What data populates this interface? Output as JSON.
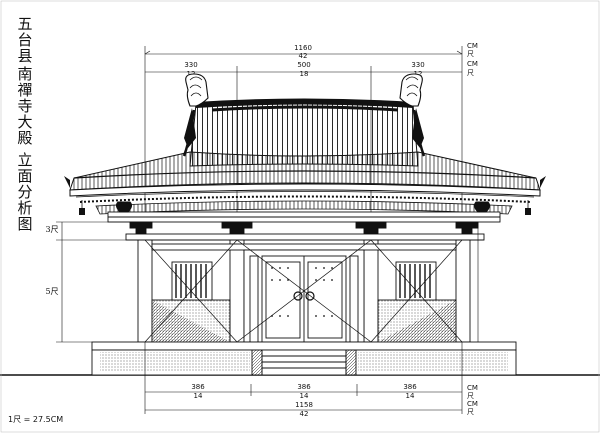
{
  "title_lines": [
    "五台县",
    "南禪寺大殿",
    "立面分析图"
  ],
  "scale_label": "1尺 = 27.5CM",
  "top_dims": {
    "overall_cm": "1160",
    "overall_chi": "42",
    "left_cm": "330",
    "left_chi": "12",
    "center_cm": "500",
    "center_chi": "18",
    "right_cm": "330",
    "right_chi": "12",
    "unit_cm": "CM",
    "unit_chi": "尺"
  },
  "bottom_dims": {
    "bay1_cm": "386",
    "bay1_chi": "14",
    "bay2_cm": "386",
    "bay2_chi": "14",
    "bay3_cm": "386",
    "bay3_chi": "14",
    "overall_cm": "1158",
    "overall_chi": "42",
    "unit_cm": "CM",
    "unit_chi": "尺"
  },
  "side_dims": {
    "upper": "3尺",
    "lower": "5尺"
  }
}
